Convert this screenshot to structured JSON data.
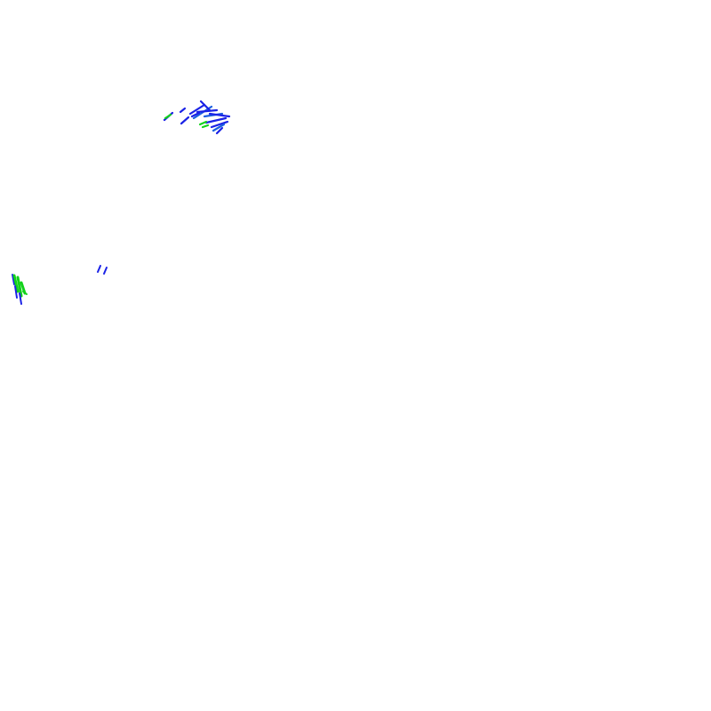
{
  "canvas": {
    "background": "#ffffff"
  },
  "palette": {
    "blue": "#1a22e6",
    "mid_blue": "#1a5fe0",
    "green": "#12d21a"
  },
  "clusters": [
    {
      "name": "upper-cluster",
      "colors": [
        "blue",
        "mid_blue",
        "green"
      ]
    },
    {
      "name": "small-dash-pair",
      "colors": [
        "blue"
      ]
    },
    {
      "name": "left-edge-cluster",
      "colors": [
        "green",
        "blue"
      ]
    }
  ]
}
